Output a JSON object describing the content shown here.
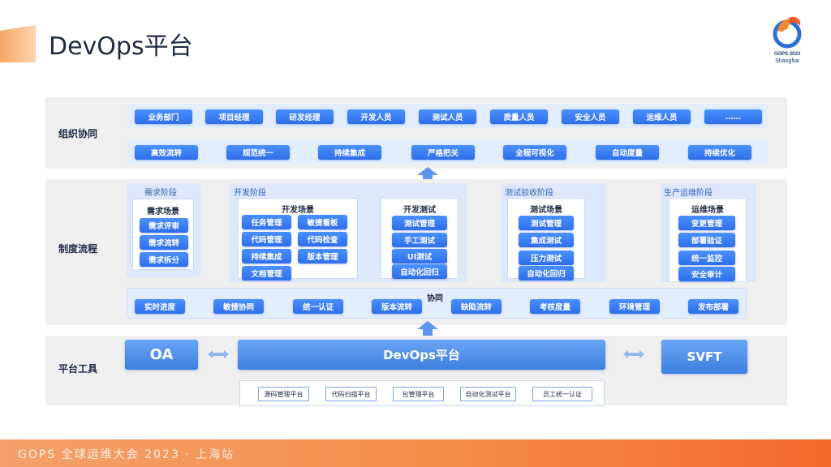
{
  "title": "DevOps平台",
  "logo": {
    "brand": "GOPS 2023",
    "city": "Shanghai"
  },
  "org": {
    "label": "组织协同",
    "roles": [
      "业务部门",
      "项目经理",
      "研发经理",
      "开发人员",
      "测试人员",
      "质量人员",
      "安全人员",
      "运维人员",
      "……"
    ],
    "principles": [
      "高效流转",
      "规范统一",
      "持续集成",
      "严格把关",
      "全程可视化",
      "自动度量",
      "持续优化"
    ]
  },
  "process": {
    "label": "制度流程",
    "req": {
      "stage": "需求阶段",
      "scene": "需求场景",
      "items": [
        "需求评审",
        "需求流转",
        "需求拆分"
      ]
    },
    "dev": {
      "stage": "开发阶段",
      "scene": "开发场景",
      "scene_items": [
        "任务管理",
        "敏捷看板",
        "代码管理",
        "代码检查",
        "持续集成",
        "版本管理",
        "文档管理"
      ],
      "test_title": "开发测试",
      "test_items": [
        "测试管理",
        "手工测试",
        "UI测试",
        "自动化回归"
      ]
    },
    "qa": {
      "stage": "测试验收阶段",
      "scene": "测试场景",
      "items": [
        "测试管理",
        "集成测试",
        "压力测试",
        "自动化回归"
      ]
    },
    "ops": {
      "stage": "生产运维阶段",
      "scene": "运维场景",
      "items": [
        "变更管理",
        "部署验证",
        "统一监控",
        "安全审计"
      ]
    },
    "collab": {
      "title": "协同",
      "items": [
        "实时进度",
        "敏捷协同",
        "统一认证",
        "版本流转",
        "缺陷流转",
        "考核度量",
        "环境管理",
        "发布部署"
      ]
    }
  },
  "platform": {
    "label": "平台工具",
    "oa": "OA",
    "devops": "DevOps平台",
    "svft": "SVFT",
    "tools": [
      "源码管理平台",
      "代码扫描平台",
      "包管理平台",
      "自动化测试平台",
      "员工统一认证"
    ]
  },
  "footer": "GOPS 全球运维大会 2023 · 上海站",
  "colors": {
    "accent_blue": "#2f6ee8",
    "footer_orange": "#f58b4a",
    "band_gray": "#efefef",
    "panel_blue": "#dde9fb"
  }
}
